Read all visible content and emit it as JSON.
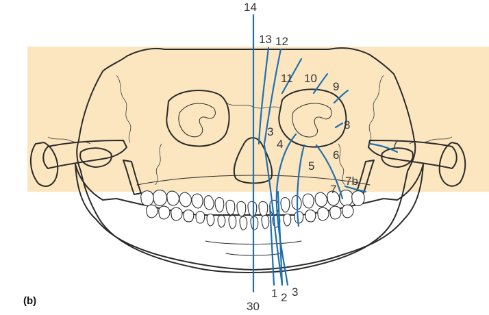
{
  "figure": {
    "panel_label": "(b)",
    "colors": {
      "background_band": "#fbe6bf",
      "bone": "#fde8c4",
      "orbit_fill": "#f1c9a8",
      "nasal_fill": "#f1c9a8",
      "line_blue": "#1f6fb2",
      "outline": "#2a2a2a"
    },
    "labels": {
      "l14": "14",
      "l13": "13",
      "l12": "12",
      "l11": "11",
      "l10": "10",
      "l9": "9",
      "l8": "8",
      "l3_upper": "3",
      "l4": "4",
      "l6": "6",
      "l5": "5",
      "l7_right": "7",
      "l7_lower": "7",
      "l7b": "7b",
      "l1": "1",
      "l2": "2",
      "l3_lower": "3",
      "l30": "30"
    }
  }
}
